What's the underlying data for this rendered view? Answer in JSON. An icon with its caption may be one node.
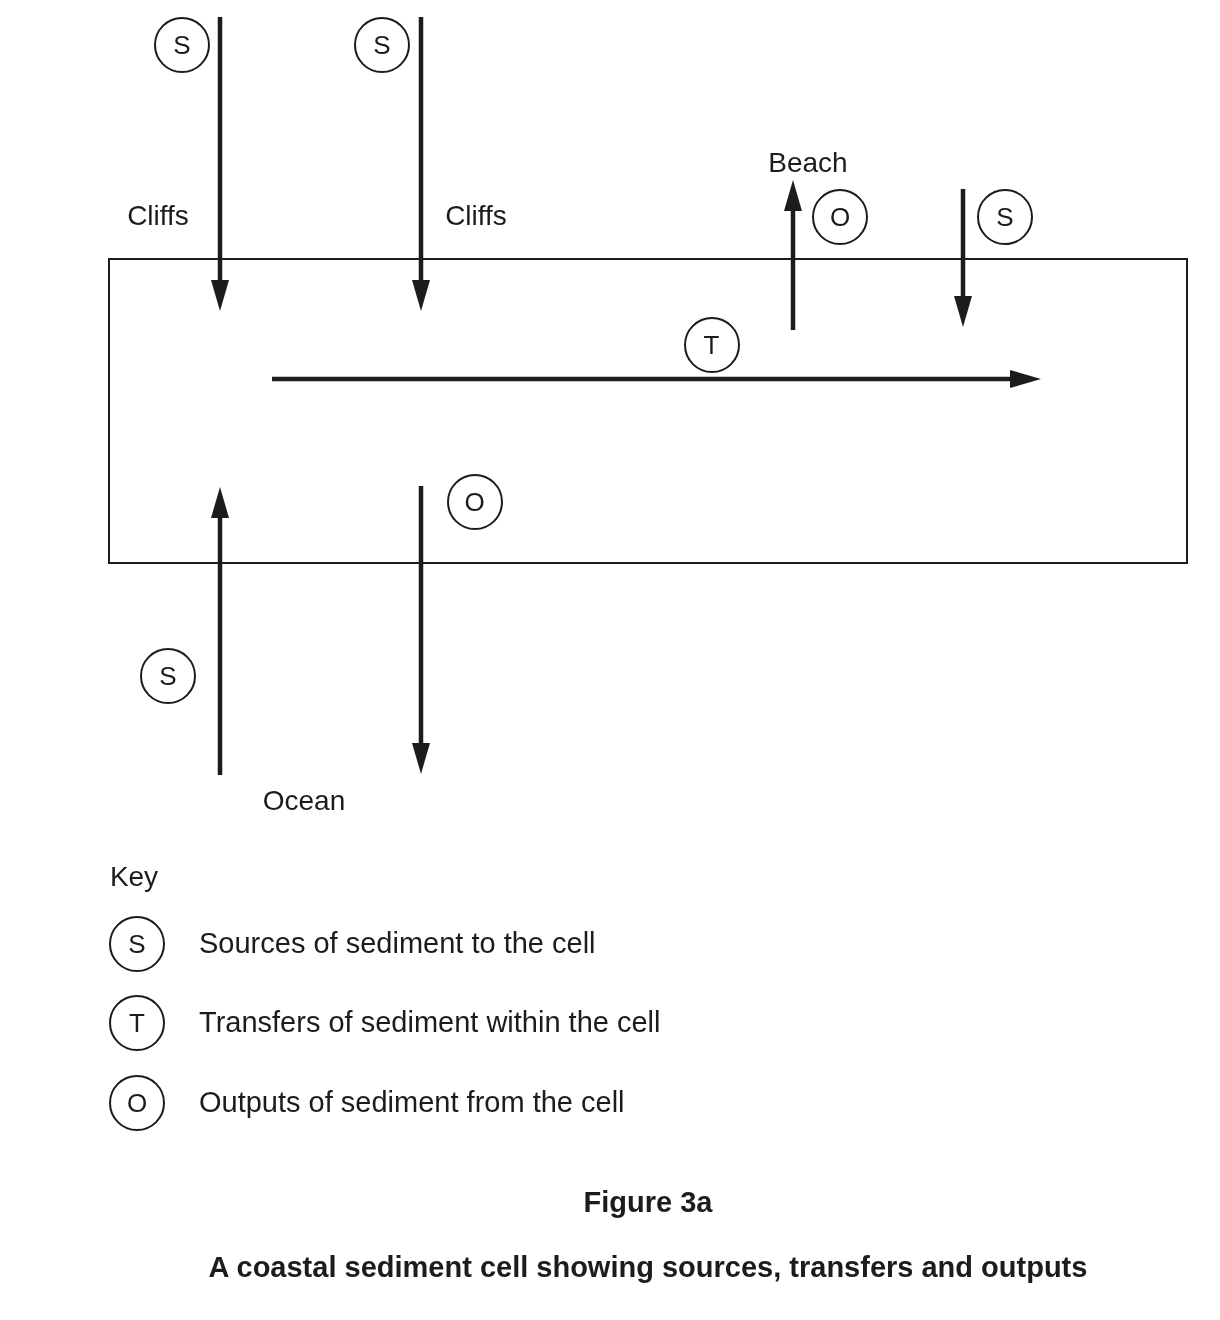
{
  "diagram": {
    "title": "Figure 3a",
    "caption": "A coastal sediment cell showing sources, transfers and outputs",
    "nodes": [
      {
        "text": [
          "S"
        ]
      },
      {
        "text": [
          "S"
        ]
      },
      {
        "text": [
          "Beach"
        ]
      },
      {
        "text": [
          "O"
        ]
      },
      {
        "text": [
          "S"
        ]
      },
      {
        "text": [],
        "shape": "box"
      },
      {
        "text": [
          "T"
        ],
        "in": 5
      },
      {
        "text": [
          "O"
        ],
        "in": 5
      },
      {
        "text": [
          "S"
        ]
      },
      {
        "text": [
          "S"
        ],
        "beside": [
          "Sources of sediment to the cell"
        ]
      },
      {
        "text": [
          "T"
        ],
        "beside": [
          "Transfers of sediment within the cell"
        ]
      },
      {
        "text": [
          "O"
        ],
        "beside": [
          "Outputs of sediment from the cell"
        ]
      }
    ],
    "edges": [
      {
        "from": 0,
        "to": 5,
        "arrow": "to"
      },
      {
        "from": 1,
        "to": 5,
        "arrow": "to"
      },
      {
        "from": 5,
        "to": 2,
        "arrow": "to"
      },
      {
        "from": 4,
        "to": 5,
        "arrow": "to"
      },
      {
        "from": null,
        "to": 5,
        "arrow": "to"
      },
      {
        "from": 5,
        "to": null,
        "arrow": "to"
      }
    ],
    "labels": [
      "Cliffs",
      "Cliffs",
      "Ocean",
      "Key"
    ]
  }
}
